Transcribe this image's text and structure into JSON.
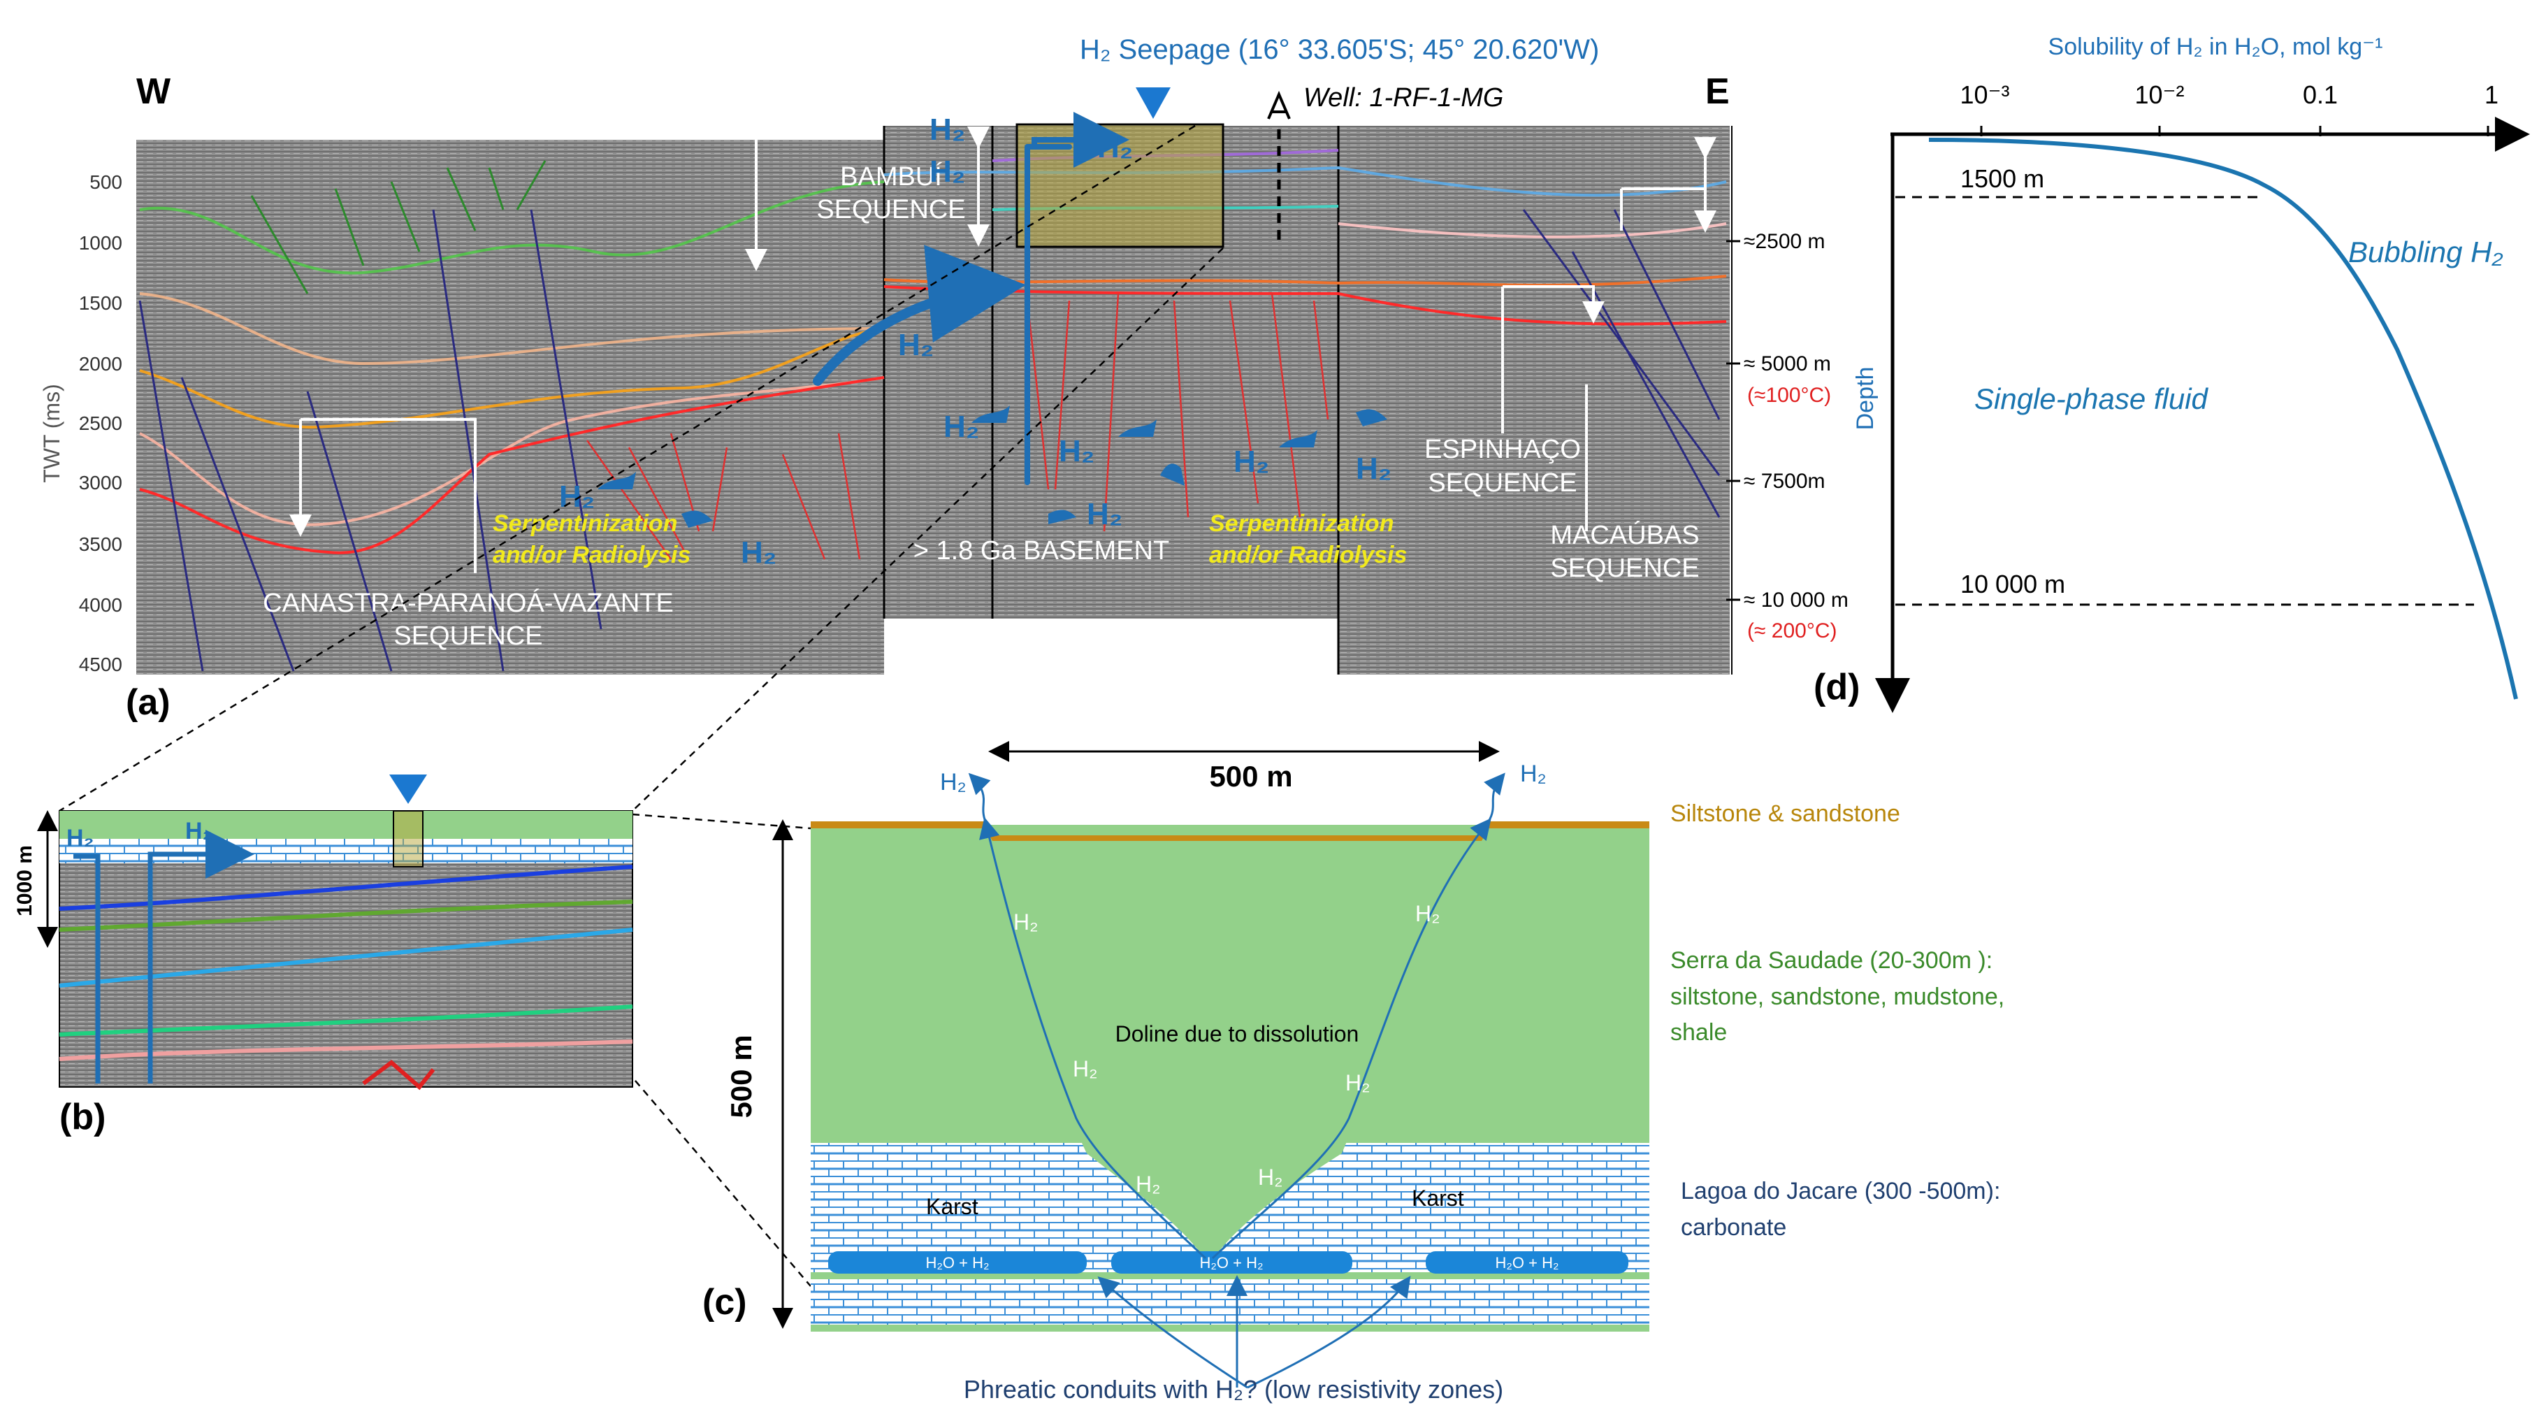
{
  "panel_a": {
    "west": "W",
    "east": "E",
    "seepage_title": "H₂ Seepage (16° 33.605'S; 45° 20.620'W)",
    "well_label": "Well: 1-RF-1-MG",
    "y_axis_label": "TWT (ms)",
    "twt_ticks": [
      "500",
      "1000",
      "1500",
      "2000",
      "2500",
      "3000",
      "3500",
      "4000",
      "4500"
    ],
    "depth_label": "Depth",
    "depth_ticks": [
      "≈2500 m",
      "≈ 5000 m",
      "≈ 7500m",
      "≈ 10 000 m"
    ],
    "temp_ticks": [
      "(≈100°C)",
      "(≈ 200°C)"
    ],
    "bambui": [
      "BAMBUÍ",
      "SEQUENCE"
    ],
    "espinhaco": [
      "ESPINHAÇO",
      "SEQUENCE"
    ],
    "macaubas": [
      "MACAÚBAS",
      "SEQUENCE"
    ],
    "canastra": [
      "CANASTRA-PARANOÁ-VAZANTE",
      "SEQUENCE"
    ],
    "basement": "> 1.8 Ga BASEMENT",
    "serp_left": [
      "Serpentinization",
      "and/or Radiolysis"
    ],
    "serp_right": [
      "Serpentinization",
      "and/or Radiolysis"
    ],
    "h2": "H₂",
    "label": "(a)"
  },
  "panel_b": {
    "depth": "1000 m",
    "h2": "H₂",
    "label": "(b)"
  },
  "panel_c": {
    "width_label": "500 m",
    "height_label": "500 m",
    "doline": "Doline due to dissolution",
    "karst": "Karst",
    "h2": "H₂",
    "h2o_h2": "H₂O + H₂",
    "phreatic": "Phreatic conduits with H₂? (low resistivity zones)",
    "layer_top": "Siltstone & sandstone",
    "layer_mid": [
      "Serra da Saudade (20-300m ):",
      "siltstone, sandstone, mudstone,",
      "shale"
    ],
    "layer_bot": [
      "Lagoa do Jacare (300 -500m):",
      "carbonate"
    ],
    "label": "(c)"
  },
  "panel_d": {
    "x_title": "Solubility of H₂ in H₂O, mol kg⁻¹",
    "x_ticks": [
      "10⁻³",
      "10⁻²",
      "0.1",
      "1"
    ],
    "depth_1500": "1500 m",
    "depth_10000": "10 000 m",
    "bubbling": "Bubbling H₂",
    "single_phase": "Single-phase fluid",
    "label": "(d)"
  },
  "colors": {
    "h2_blue": "#1f6fb5",
    "curve_blue": "#1b75b0",
    "seismic_gray": "#8c8c8c",
    "yellow_text": "#f2ea1c",
    "green_fill": "#93d18a",
    "orange_layer": "#c98a16",
    "red_temp": "#e02020",
    "ochre_text": "#b8860b",
    "green_text": "#3a8a2a",
    "navy_text": "#1f3f6f"
  }
}
